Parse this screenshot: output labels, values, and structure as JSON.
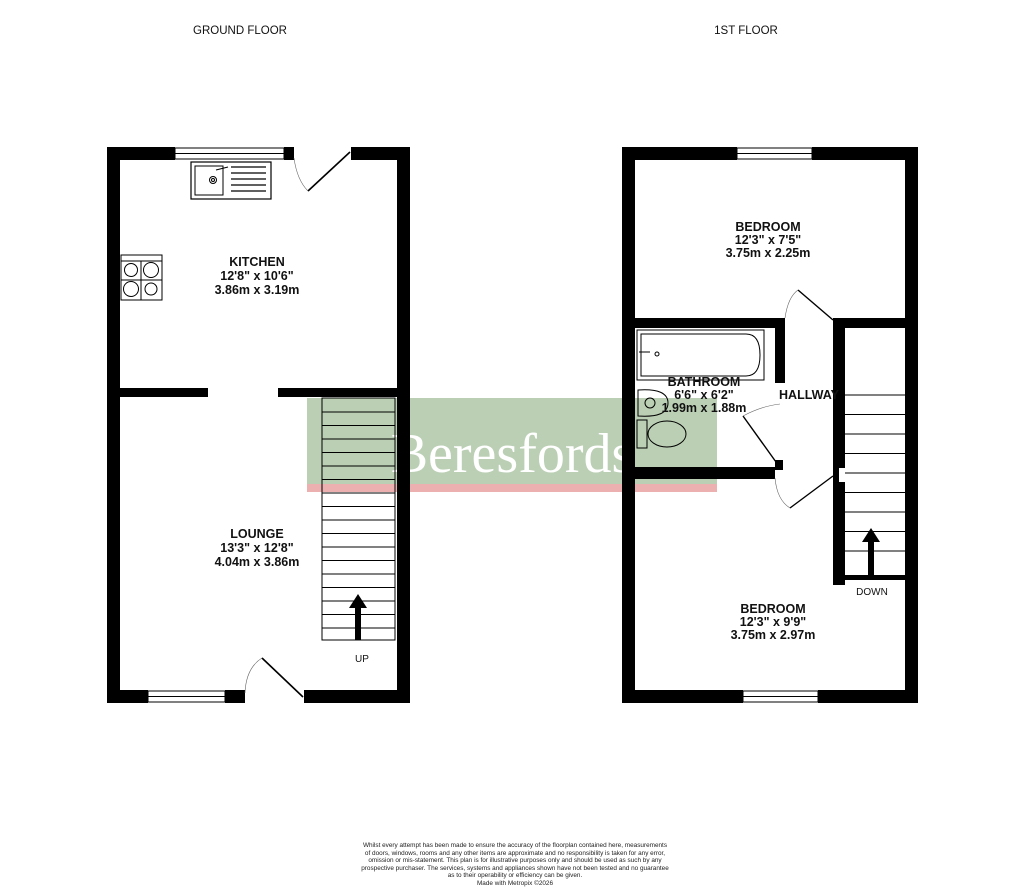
{
  "floors": [
    {
      "title": "GROUND FLOOR",
      "rooms": [
        {
          "name": "KITCHEN",
          "imperial": "12'8\"  x 10'6\"",
          "metric": "3.86m  x 3.19m"
        },
        {
          "name": "LOUNGE",
          "imperial": "13'3\"  x 12'8\"",
          "metric": "4.04m  x 3.86m"
        }
      ],
      "stairs_label": "UP"
    },
    {
      "title": "1ST FLOOR",
      "rooms": [
        {
          "name": "BEDROOM",
          "imperial": "12'3\"  x 7'5\"",
          "metric": "3.75m  x 2.25m"
        },
        {
          "name": "BATHROOM",
          "imperial": "6'6\"  x 6'2\"",
          "metric": "1.99m  x 1.88m"
        },
        {
          "name": "HALLWAY"
        },
        {
          "name": "BEDROOM",
          "imperial": "12'3\"  x 9'9\"",
          "metric": "3.75m  x 2.97m"
        }
      ],
      "stairs_label": "DOWN"
    }
  ],
  "watermark": {
    "text": "Beresfords",
    "colors": {
      "green": "#a8c2a0",
      "pink": "#e89a9a"
    }
  },
  "wall_color": "#000000",
  "disclaimer": [
    "Whilst every attempt has been made to ensure the accuracy of the floorplan contained here, measurements",
    "of doors, windows, rooms and any other items are approximate and no responsibility is taken for any error,",
    "omission or mis-statement. This plan is for illustrative purposes only and should be used as such by any",
    "prospective purchaser. The services, systems and appliances shown have not been tested and no guarantee",
    "as to their operability or efficiency can be given.",
    "Made with Metropix ©2026"
  ]
}
